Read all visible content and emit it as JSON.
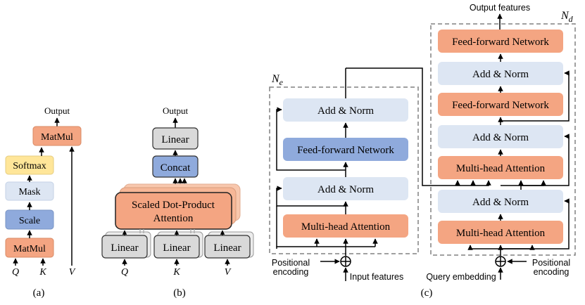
{
  "panel_a": {
    "output": "Output",
    "matmul_top": "MatMul",
    "softmax": "Softmax",
    "mask": "Mask",
    "scale": "Scale",
    "matmul_bottom": "MatMul",
    "q": "Q",
    "k": "K",
    "v": "V",
    "caption": "(a)"
  },
  "panel_b": {
    "output": "Output",
    "linear_top": "Linear",
    "concat": "Concat",
    "attention_line1": "Scaled Dot-Product",
    "attention_line2": "Attention",
    "linear_q": "Linear",
    "linear_k": "Linear",
    "linear_v": "Linear",
    "q": "Q",
    "k": "K",
    "v": "V",
    "caption": "(b)"
  },
  "panel_c": {
    "encoder": {
      "label": "N",
      "label_sub": "e",
      "add_norm_top": "Add & Norm",
      "ffn": "Feed-forward Network",
      "add_norm_bottom": "Add & Norm",
      "mha": "Multi-head Attention",
      "positional_encoding_1": "Positional",
      "positional_encoding_2": "encoding",
      "input_features": "Input features"
    },
    "decoder": {
      "label": "N",
      "label_sub": "d",
      "output_features": "Output features",
      "ffn_top": "Feed-forward Network",
      "add_norm_3": "Add & Norm",
      "ffn_mid": "Feed-forward Network",
      "add_norm_2": "Add & Norm",
      "mha_top": "Multi-head Attention",
      "add_norm_1": "Add & Norm",
      "mha_bottom": "Multi-head Attention",
      "query_embedding": "Query embedding",
      "positional_encoding_1": "Positional",
      "positional_encoding_2": "encoding"
    },
    "caption": "(c)"
  },
  "colors": {
    "orange": "#f4a582",
    "light_blue": "#dde6f3",
    "blue": "#8faadc",
    "yellow": "#ffe699",
    "gray": "#d9d9d9",
    "dashed": "#808080"
  }
}
